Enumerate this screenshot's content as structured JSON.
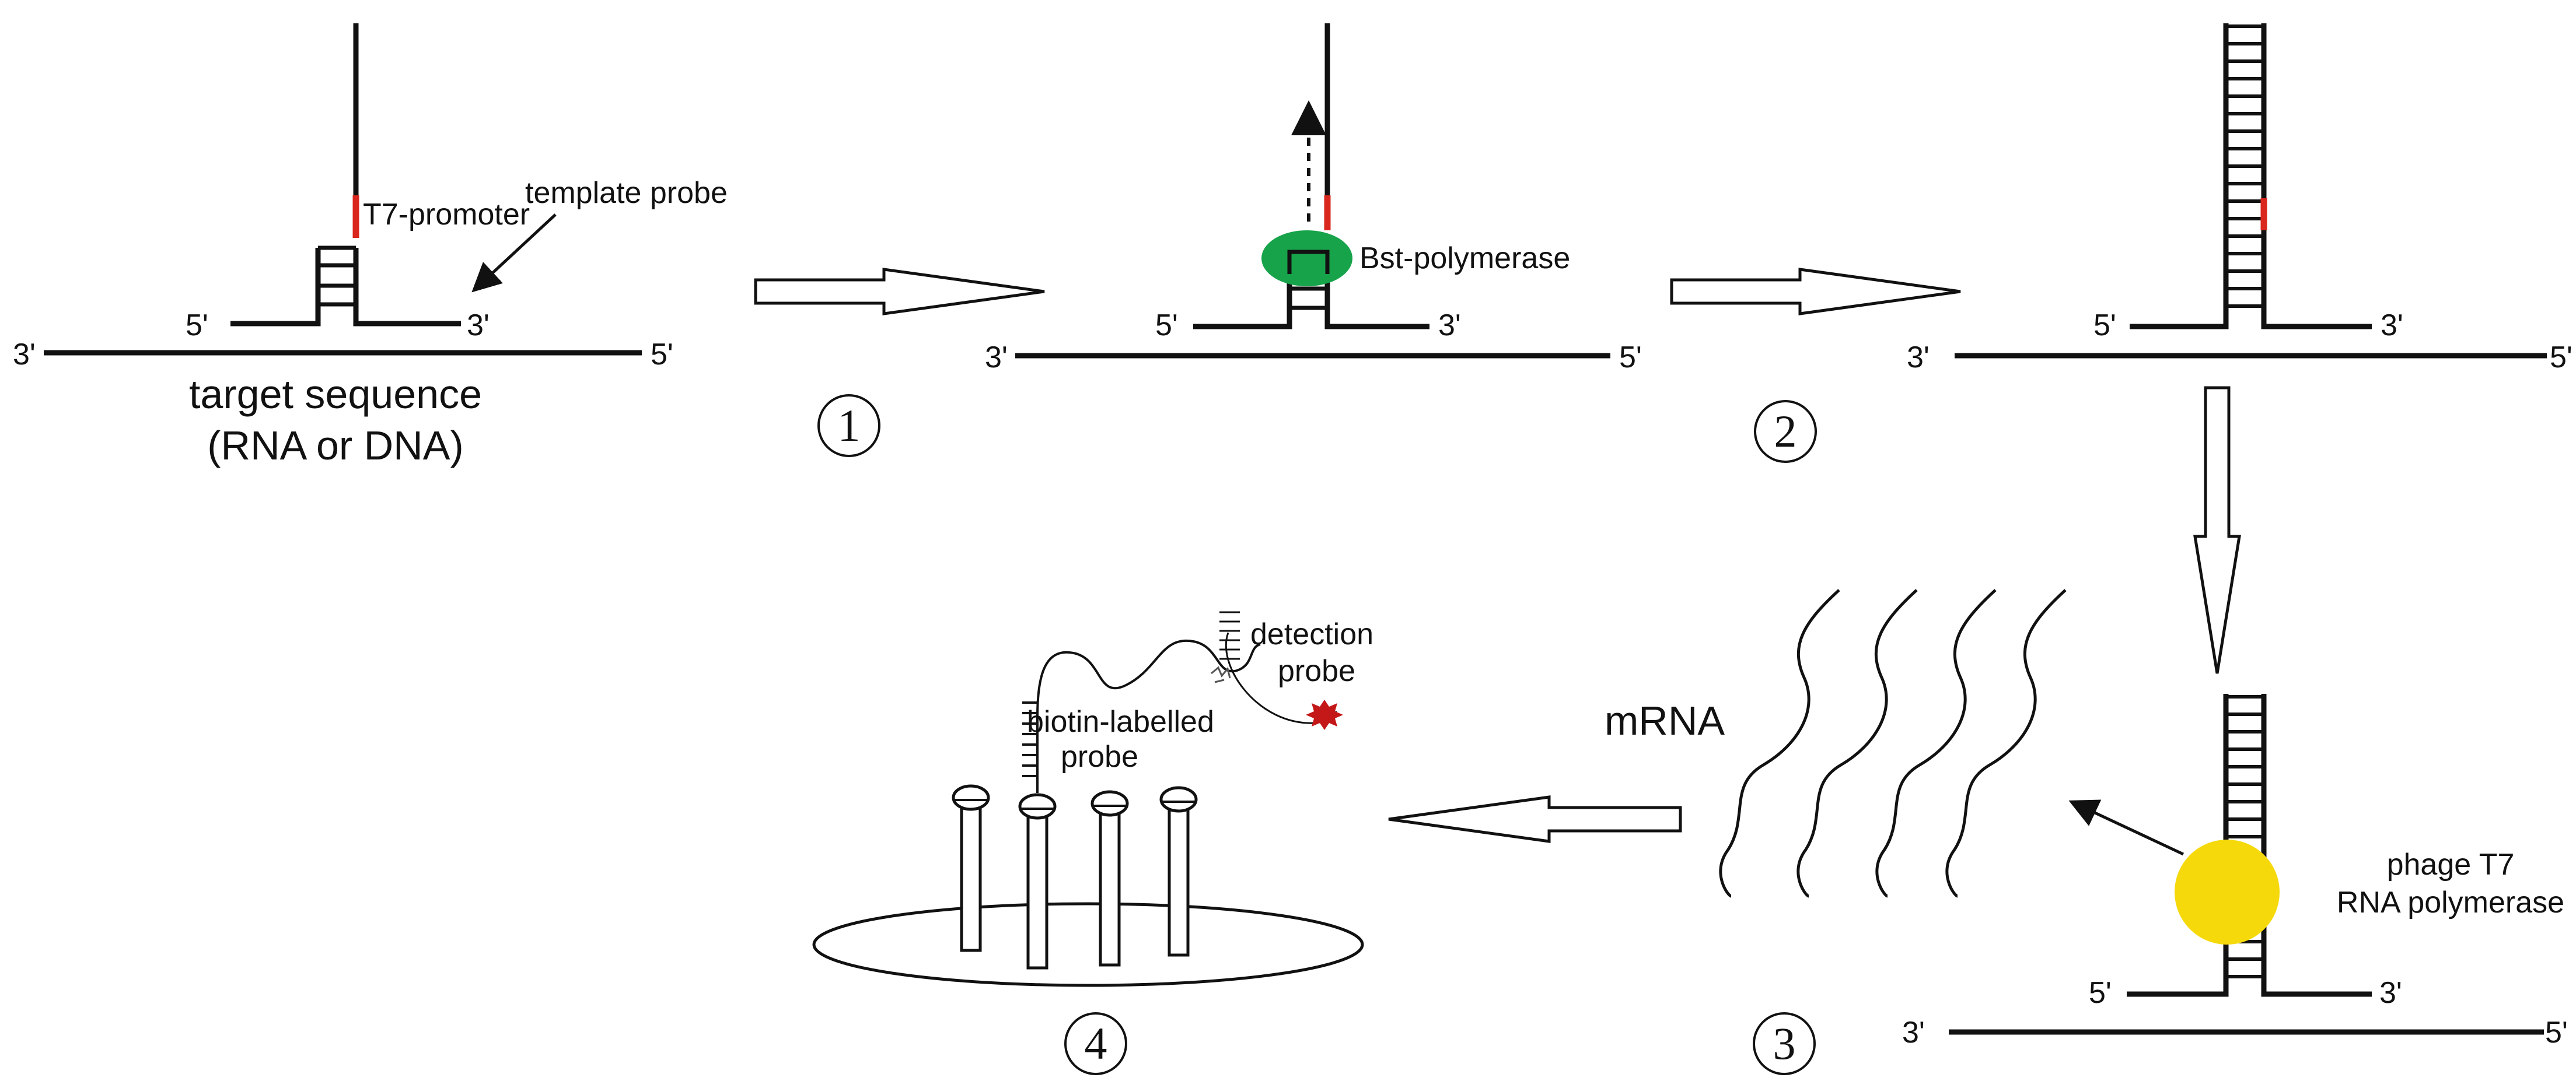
{
  "colors": {
    "line": "#111111",
    "promoter": "#d9271d",
    "bst_polymerase": "#17a34a",
    "t7_polymerase": "#f5d90a",
    "detection_label": "#c41818"
  },
  "panel1": {
    "end_5_probe": "5'",
    "end_3_probe": "3'",
    "end_3_target": "3'",
    "end_5_target": "5'",
    "promoter_label": "T7-promoter",
    "template_probe_label": "template probe",
    "target_label_line1": "target sequence",
    "target_label_line2": "(RNA or DNA)"
  },
  "panel2": {
    "end_5_probe": "5'",
    "end_3_probe": "3'",
    "end_3_target": "3'",
    "end_5_target": "5'",
    "polymerase_label": "Bst-polymerase"
  },
  "panel3": {
    "end_5_probe": "5'",
    "end_3_probe": "3'",
    "end_3_target": "3'",
    "end_5_target": "5'"
  },
  "panel4": {
    "end_5_probe": "5'",
    "end_3_probe": "3'",
    "end_3_target": "3'",
    "end_5_target": "5'",
    "polymerase_label_line1": "phage T7",
    "polymerase_label_line2": "RNA polymerase"
  },
  "mrna_label": "mRNA",
  "detection": {
    "biotin_line1": "biotin-labelled",
    "biotin_line2": "probe",
    "detection_line1": "detection",
    "detection_line2": "probe"
  },
  "steps": [
    "1",
    "2",
    "3",
    "4"
  ]
}
